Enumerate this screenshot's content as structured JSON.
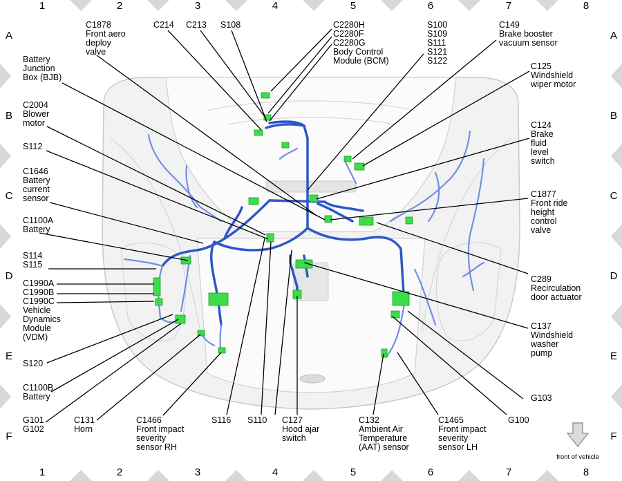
{
  "grid": {
    "columns": [
      "1",
      "2",
      "3",
      "4",
      "5",
      "6",
      "7",
      "8"
    ],
    "rows": [
      "A",
      "B",
      "C",
      "D",
      "E",
      "F"
    ]
  },
  "colors": {
    "harness": "#2f57c8",
    "connector": "#3ddc4a",
    "body": "#f2f2f2"
  },
  "direction_label": "front of vehicle",
  "direction_icon": "arrow-down-icon",
  "components": [
    {
      "id": "c1878",
      "lines": [
        "C1878",
        "Front aero",
        "deploy",
        "valve"
      ]
    },
    {
      "id": "c214",
      "lines": [
        "C214"
      ]
    },
    {
      "id": "c213",
      "lines": [
        "C213"
      ]
    },
    {
      "id": "s108",
      "lines": [
        "S108"
      ]
    },
    {
      "id": "c2280",
      "lines": [
        "C2280H",
        "C2280F",
        "C2280G",
        "Body Control",
        "Module (BCM)"
      ]
    },
    {
      "id": "s100",
      "lines": [
        "S100",
        "S109",
        "S111",
        "S121",
        "S122"
      ]
    },
    {
      "id": "c149",
      "lines": [
        "C149",
        "Brake booster",
        "vacuum sensor"
      ]
    },
    {
      "id": "bjb",
      "lines": [
        "Battery",
        "Junction",
        "Box (BJB)"
      ]
    },
    {
      "id": "c125",
      "lines": [
        "C125",
        "Windshield",
        "wiper motor"
      ]
    },
    {
      "id": "c2004",
      "lines": [
        "C2004",
        "Blower",
        "motor"
      ]
    },
    {
      "id": "c124",
      "lines": [
        "C124",
        "Brake",
        "fluid",
        "level",
        "switch"
      ]
    },
    {
      "id": "s112",
      "lines": [
        "S112"
      ]
    },
    {
      "id": "c1646",
      "lines": [
        "C1646",
        "Battery",
        "current",
        "sensor"
      ]
    },
    {
      "id": "c1877",
      "lines": [
        "C1877",
        "Front ride",
        "height",
        "control",
        "valve"
      ]
    },
    {
      "id": "c1100a",
      "lines": [
        "C1100A",
        "Battery"
      ]
    },
    {
      "id": "s114",
      "lines": [
        "S114",
        "S115"
      ]
    },
    {
      "id": "c289",
      "lines": [
        "C289",
        "Recirculation",
        "door actuator"
      ]
    },
    {
      "id": "c1990",
      "lines": [
        "C1990A",
        "C1990B",
        "C1990C",
        "Vehicle",
        "Dynamics",
        "Module",
        "(VDM)"
      ]
    },
    {
      "id": "c137",
      "lines": [
        "C137",
        "Windshield",
        "washer",
        "pump"
      ]
    },
    {
      "id": "s120",
      "lines": [
        "S120"
      ]
    },
    {
      "id": "c1100b",
      "lines": [
        "C1100B",
        "Battery"
      ]
    },
    {
      "id": "g103",
      "lines": [
        "G103"
      ]
    },
    {
      "id": "g101",
      "lines": [
        "G101",
        "G102"
      ]
    },
    {
      "id": "c131",
      "lines": [
        "C131",
        "Horn"
      ]
    },
    {
      "id": "c1466",
      "lines": [
        "C1466",
        "Front impact",
        "severity",
        "sensor RH"
      ]
    },
    {
      "id": "s116",
      "lines": [
        "S116"
      ]
    },
    {
      "id": "s110",
      "lines": [
        "S110"
      ]
    },
    {
      "id": "c127",
      "lines": [
        "C127",
        "Hood ajar",
        "switch"
      ]
    },
    {
      "id": "c132",
      "lines": [
        "C132",
        "Ambient Air",
        "Temperature",
        "(AAT) sensor"
      ]
    },
    {
      "id": "c1465",
      "lines": [
        "C1465",
        "Front impact",
        "severity",
        "sensor LH"
      ]
    },
    {
      "id": "g100",
      "lines": [
        "G100"
      ]
    }
  ]
}
